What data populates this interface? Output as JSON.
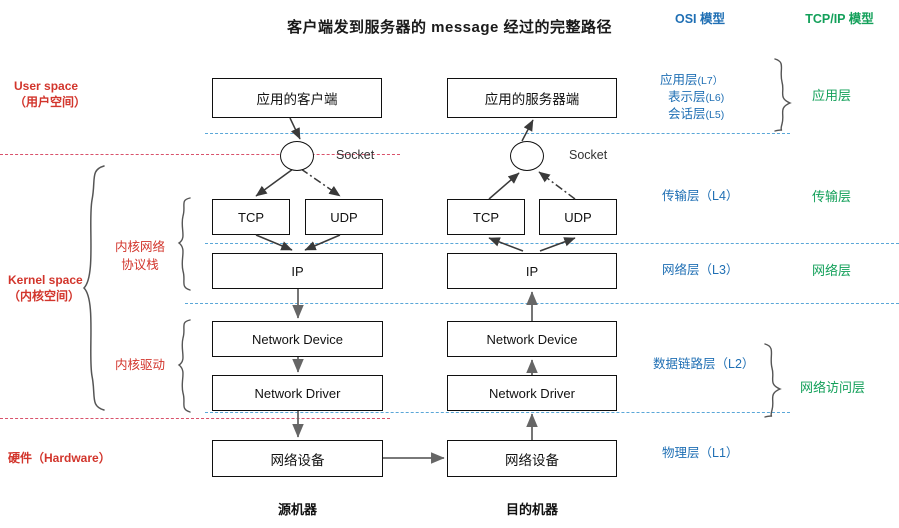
{
  "title": "客户端发到服务器的  message  经过的完整路径",
  "headers": {
    "osi": "OSI 模型",
    "tcpip": "TCP/IP 模型"
  },
  "left_annotations": {
    "user_space_en": "User space",
    "user_space_cn": "（用户空间）",
    "kernel_space_en": "Kernel space",
    "kernel_space_cn": "（内核空间）",
    "kernel_net_stack_l1": "内核网络",
    "kernel_net_stack_l2": "协议栈",
    "kernel_driver": "内核驱动",
    "hardware": "硬件（Hardware）"
  },
  "osi_layers": [
    {
      "name": "应用层",
      "code": "(L7）"
    },
    {
      "name": "表示层",
      "code": "(L6)"
    },
    {
      "name": "会话层",
      "code": "(L5)"
    },
    {
      "name": "传输层",
      "code": "（L4）"
    },
    {
      "name": "网络层",
      "code": "（L3）"
    },
    {
      "name": "数据链路层",
      "code": "（L2）"
    },
    {
      "name": "物理层",
      "code": "（L1）"
    }
  ],
  "tcpip_layers": [
    {
      "name": "应用层"
    },
    {
      "name": "传输层"
    },
    {
      "name": "网络层"
    },
    {
      "name": "网络访问层"
    }
  ],
  "source_machine": {
    "caption": "源机器",
    "app": "应用的客户端",
    "socket": "Socket",
    "tcp": "TCP",
    "udp": "UDP",
    "ip": "IP",
    "net_device": "Network Device",
    "net_driver": "Network Driver",
    "hw_device": "网络设备"
  },
  "dest_machine": {
    "caption": "目的机器",
    "app": "应用的服务器端",
    "socket": "Socket",
    "tcp": "TCP",
    "udp": "UDP",
    "ip": "IP",
    "net_device": "Network Device",
    "net_driver": "Network Driver",
    "hw_device": "网络设备"
  },
  "colors": {
    "osi_blue": "#1f6fb4",
    "tcpip_green": "#13a05a",
    "annotation_red": "#d2352c",
    "divider_blue": "#5aa7d8",
    "divider_red": "#d9526b",
    "box_border": "#101010",
    "arrow": "#555555"
  }
}
